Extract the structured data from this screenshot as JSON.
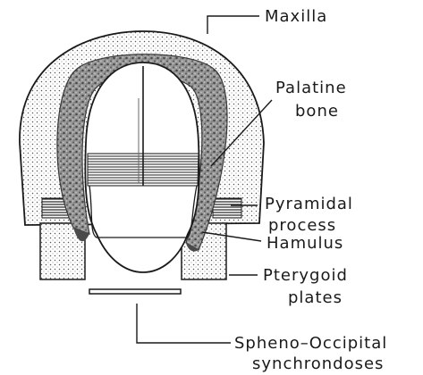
{
  "labels": {
    "maxilla": "Maxilla",
    "palatine_line1": "Palatine",
    "palatine_line2": "bone",
    "pyramidal_line1": "Pyramidal",
    "pyramidal_line2": "process",
    "hamulus": "Hamulus",
    "pterygoid_line1": "Pterygoid",
    "pterygoid_line2": "plates",
    "spheno_line1": "Spheno–Occipital",
    "spheno_line2": "synchrondoses"
  },
  "colors": {
    "ink": "#1a1a1a",
    "stipple": "#555555",
    "bone_gray": "#8a8a8a"
  }
}
